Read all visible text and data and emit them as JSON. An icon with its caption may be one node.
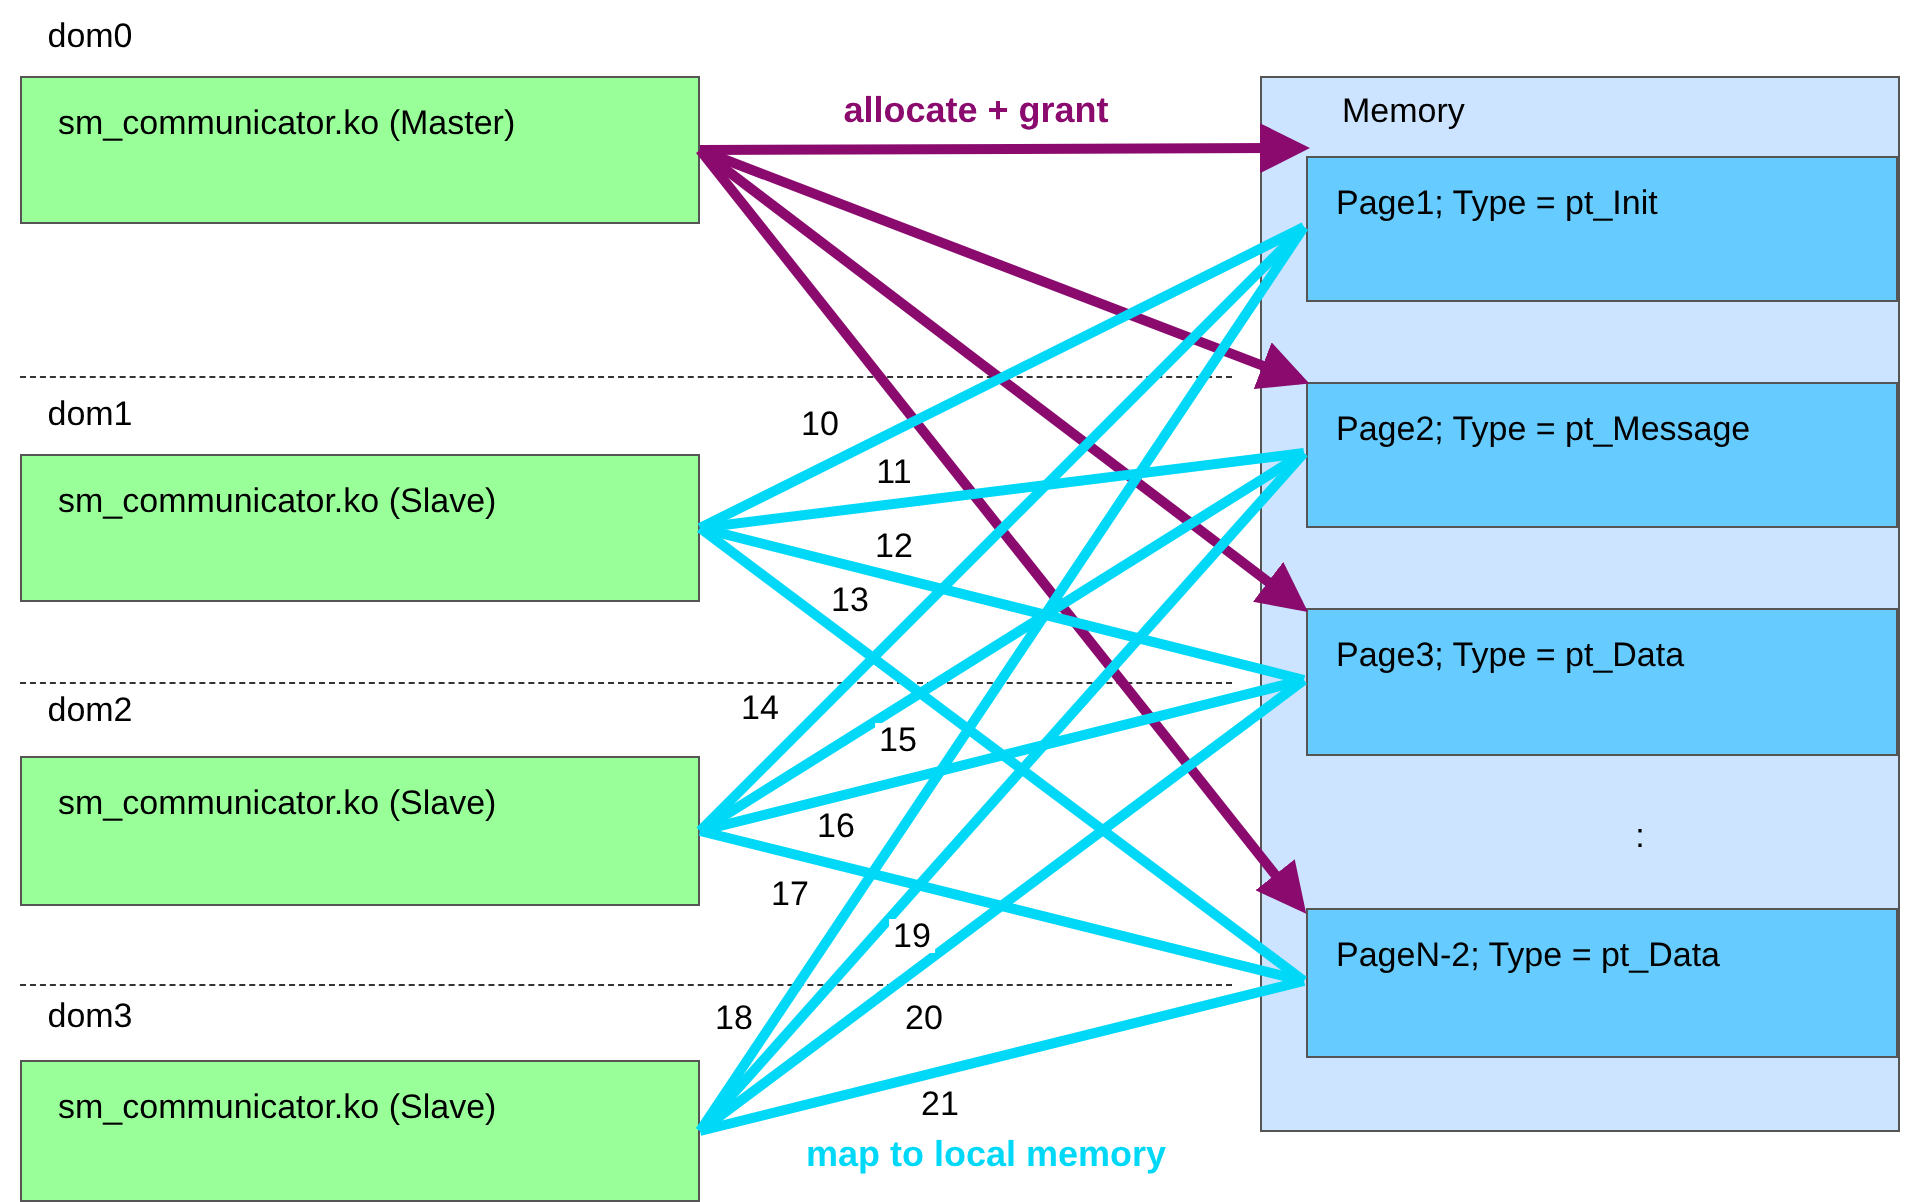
{
  "diagram": {
    "nodes": [
      {
        "text": [
          "sm_communicator.ko (Master)"
        ],
        "beside": [
          "dom0"
        ]
      },
      {
        "text": [
          "sm_communicator.ko (Slave)"
        ],
        "beside": [
          "dom1"
        ]
      },
      {
        "text": [
          "sm_communicator.ko (Slave)"
        ],
        "beside": [
          "dom2"
        ]
      },
      {
        "text": [
          "sm_communicator.ko (Slave)"
        ],
        "beside": [
          "dom3"
        ]
      },
      {
        "text": [
          "Memory"
        ]
      },
      {
        "text": [
          "Page1; Type = pt_Init"
        ],
        "in": 4
      },
      {
        "text": [
          "Page2; Type = pt_Message"
        ],
        "in": 4
      },
      {
        "text": [
          "Page3; Type = pt_Data"
        ],
        "in": 4
      },
      {
        "text": [
          "PageN-2; Type = pt_Data"
        ],
        "in": 4
      }
    ],
    "edges": [
      {
        "from": 0,
        "to": 5,
        "arrow": "to",
        "label": "allocate + grant",
        "color": "#8b0a6e"
      },
      {
        "from": 0,
        "to": 6,
        "arrow": "to",
        "color": "#8b0a6e"
      },
      {
        "from": 0,
        "to": 7,
        "arrow": "to",
        "color": "#8b0a6e"
      },
      {
        "from": 0,
        "to": 8,
        "arrow": "to",
        "color": "#8b0a6e"
      },
      {
        "from": 1,
        "to": 5,
        "arrow": "none",
        "label": "10"
      },
      {
        "from": 1,
        "to": 6,
        "arrow": "none",
        "label": "11"
      },
      {
        "from": 1,
        "to": 7,
        "arrow": "none",
        "label": "12"
      },
      {
        "from": 1,
        "to": 8,
        "arrow": "none",
        "label": "13"
      },
      {
        "from": 2,
        "to": 5,
        "arrow": "none",
        "label": "14"
      },
      {
        "from": 2,
        "to": 6,
        "arrow": "none",
        "label": "15"
      },
      {
        "from": 2,
        "to": 7,
        "arrow": "none",
        "label": "16"
      },
      {
        "from": 2,
        "to": 8,
        "arrow": "none",
        "label": "17"
      },
      {
        "from": 3,
        "to": 5,
        "arrow": "none",
        "label": "18"
      },
      {
        "from": 3,
        "to": 6,
        "arrow": "none",
        "label": "19"
      },
      {
        "from": 3,
        "to": 7,
        "arrow": "none",
        "label": "20"
      },
      {
        "from": 3,
        "to": 8,
        "arrow": "none",
        "label": "21"
      }
    ],
    "labels": [
      ":",
      "map to local memory"
    ]
  }
}
